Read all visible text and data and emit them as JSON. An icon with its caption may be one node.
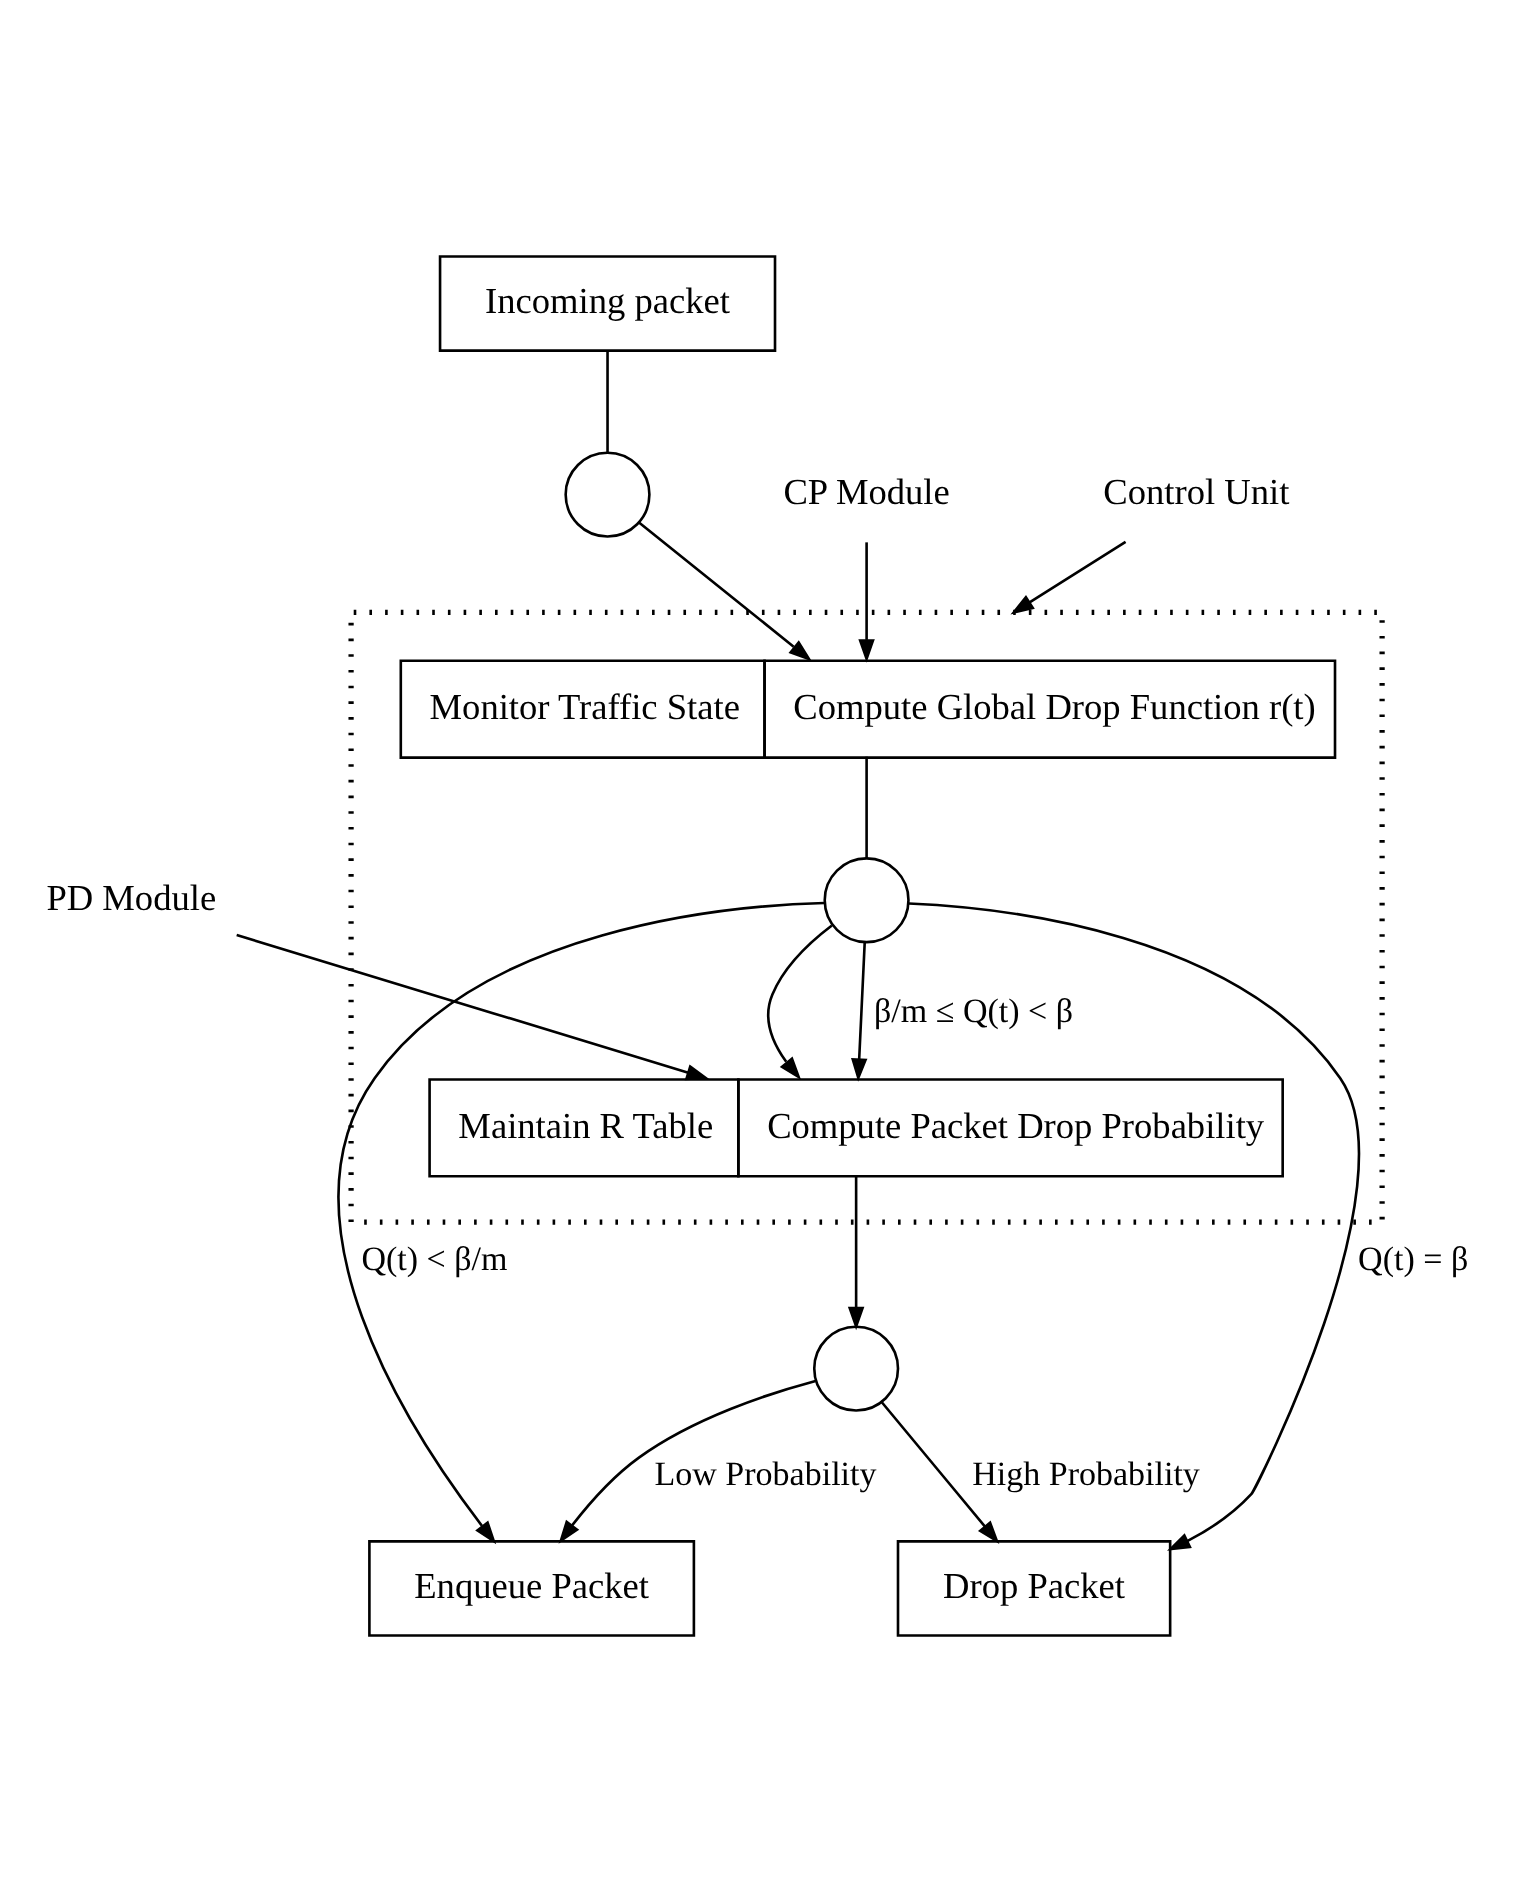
{
  "diagram": {
    "nodes": [
      {
        "text": [
          "Incoming packet"
        ]
      },
      {
        "text": [],
        "shape": "circle"
      },
      {
        "text": [],
        "shape": "box"
      },
      {
        "text": [
          "Monitor Traffic State",
          "Compute Global Drop Function r(t)"
        ],
        "in": 2
      },
      {
        "text": [],
        "shape": "circle",
        "in": 2
      },
      {
        "text": [
          "Maintain R Table",
          "Compute Packet Drop Probability"
        ],
        "in": 2
      },
      {
        "text": [],
        "shape": "circle"
      },
      {
        "text": [
          "Enqueue Packet"
        ]
      },
      {
        "text": [
          "Drop Packet"
        ]
      },
      {
        "text": [
          "CP Module"
        ]
      },
      {
        "text": [
          "Control Unit"
        ]
      },
      {
        "text": [
          "PD Module"
        ]
      }
    ],
    "edges": [
      {
        "from": 0,
        "to": 1,
        "arrow": "none"
      },
      {
        "from": 1,
        "to": 3,
        "arrow": "to"
      },
      {
        "from": 3,
        "to": 4,
        "arrow": "none"
      },
      {
        "from": 4,
        "to": 7,
        "arrow": "to",
        "label": "Q(t) < β/m"
      },
      {
        "from": 4,
        "to": 5,
        "arrow": "to"
      },
      {
        "from": 4,
        "to": 5,
        "arrow": "to",
        "label": "β/m ≤ Q(t) < β"
      },
      {
        "from": 4,
        "to": 8,
        "arrow": "to",
        "label": "Q(t) = β"
      },
      {
        "from": 5,
        "to": 6,
        "arrow": "to"
      },
      {
        "from": 6,
        "to": 7,
        "arrow": "to",
        "label": "Low Probability"
      },
      {
        "from": 6,
        "to": 8,
        "arrow": "to",
        "label": "High Probability"
      },
      {
        "from": 9,
        "to": 3,
        "arrow": "to"
      },
      {
        "from": 10,
        "to": 2,
        "arrow": "to"
      },
      {
        "from": 11,
        "to": 5,
        "arrow": "to"
      }
    ]
  }
}
